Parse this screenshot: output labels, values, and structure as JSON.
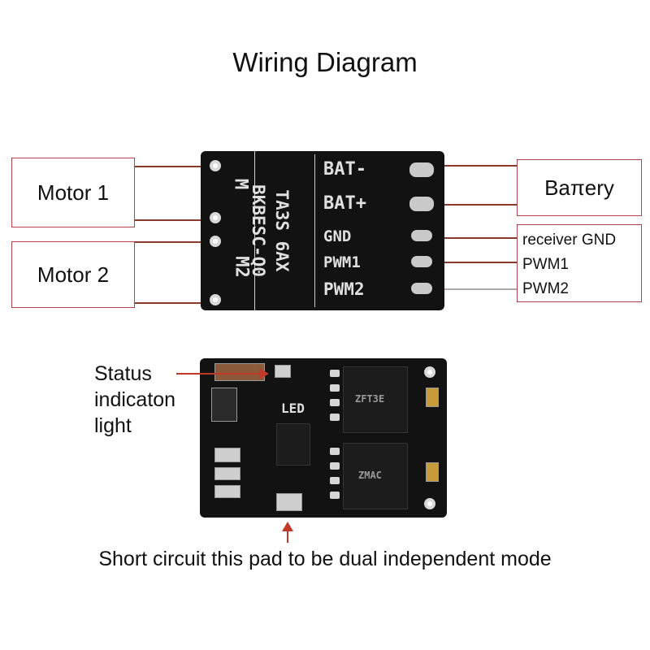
{
  "title": "Wiring Diagram",
  "left_boxes": {
    "motor1": "Motor 1",
    "motor2": "Motor 2"
  },
  "right_boxes": {
    "battery": "Baπery",
    "receiver_gnd": "receiver GND",
    "pwm1": "PWM1",
    "pwm2": "PWM2"
  },
  "board_top": {
    "pads": [
      "BAT-",
      "BAT+",
      "GND",
      "PWM1",
      "PWM2"
    ],
    "model_line1": "TA3S 6AX",
    "model_line2": "BKBESC-Q0",
    "motor_labels": [
      "M",
      "M2"
    ]
  },
  "board_bottom": {
    "led_label": "LED",
    "chip1_marking": "ZFT3E",
    "chip2_marking": "ZMAC"
  },
  "annotations": {
    "status_line1": "Status",
    "status_line2": "indicaton",
    "status_line3": "light",
    "short_circuit": "Short circuit this pad to be dual independent mode"
  },
  "colors": {
    "box_border": "#b5444a",
    "wire": "#8a3a2a",
    "arrow": "#c0392b",
    "pcb": "#121212"
  }
}
